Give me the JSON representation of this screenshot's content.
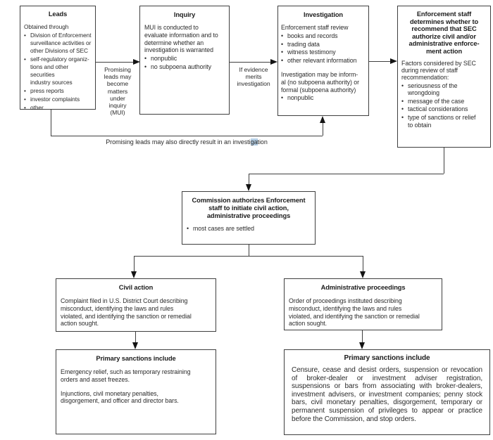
{
  "palette": {
    "background": "#ffffff",
    "line": "#3f3f3f",
    "arrow": "#141414",
    "text": "#2b2b2b",
    "selection_highlight": "#b3cde4"
  },
  "boxes": {
    "leads": {
      "title": "Leads",
      "intro": "Obtained through",
      "bullets": [
        "Division of Enforcement\nsurveillance activities or\nother Divisions of SEC",
        "self-regulatory organiz-\ntions and other securities\nindustry sources",
        "press reports",
        "investor complaints",
        "other"
      ]
    },
    "inquiry": {
      "title": "Inquiry",
      "body": "MUI is conducted to\nevaluate information and to\ndetermine whether an\ninvestigation is warranted",
      "bullets": [
        "nonpublic",
        "no subpoena authority"
      ]
    },
    "investigation": {
      "title": "Investigation",
      "intro": "Enforcement staff review",
      "bullets": [
        "books and records",
        "trading data",
        "witness testimony",
        "other relevant information"
      ],
      "body": "Investigation may be inform-\nal (no subpoena authority) or\nformal (subpoena authority)",
      "bullets2": [
        "nonpublic"
      ]
    },
    "enforcement": {
      "title": "Enforcement staff\ndetermines whether to\nrecommend that SEC\nauthorize civil and/or\nadministrative enforce-\nment action",
      "intro": "Factors considered by SEC\nduring review of staff\nrecommendation:",
      "bullets": [
        "seriousness of the\nwrongdoing",
        "message of the case",
        "tactical considerations",
        "type of sanctions or relief\nto obtain"
      ]
    },
    "commission": {
      "title": "Commission authorizes Enforcement\nstaff to initiate civil action,\nadministrative proceedings",
      "bullets": [
        "most cases are settled"
      ]
    },
    "civil_action": {
      "title": "Civil action",
      "body": "Complaint filed in U.S. District Court describing\nmisconduct, identifying the laws and rules\nviolated, and identifying the sanction or remedial\naction sought."
    },
    "admin_proceedings": {
      "title": "Administrative proceedings",
      "body": "Order of proceedings instituted describing\nmisconduct, identifying the laws and rules\nviolated, and identifying the sanction or remedial\naction sought."
    },
    "sanctions_civil": {
      "title": "Primary sanctions include",
      "para1": "Emergency relief, such as temporary restraining\norders and asset freezes.",
      "para2": "Injunctions, civil monetary penalties,\ndisgorgement, and officer and director bars."
    },
    "sanctions_admin": {
      "title": "Primary sanctions include",
      "body": "Censure, cease and desist orders, suspension or revocation of broker-dealer or investment adviser registration, suspensions or bars from associating with broker-dealers, investment advisers, or investment companies; penny stock bars, civil monetary penalties, disgorgement, temporary or permanent suspension of privileges to appear or practice before the Commission, and stop orders."
    }
  },
  "edge_labels": {
    "leads_to_inquiry": "Promising\nleads may\nbecome\nmatters\nunder\ninquiry\n(MUI)",
    "inquiry_to_investigation": "If evidence\nmerits\ninvestigation",
    "leads_to_investigation": {
      "before": "Promising leads may also directly result in an investi",
      "highlight": "ga",
      "after": "tion"
    }
  }
}
